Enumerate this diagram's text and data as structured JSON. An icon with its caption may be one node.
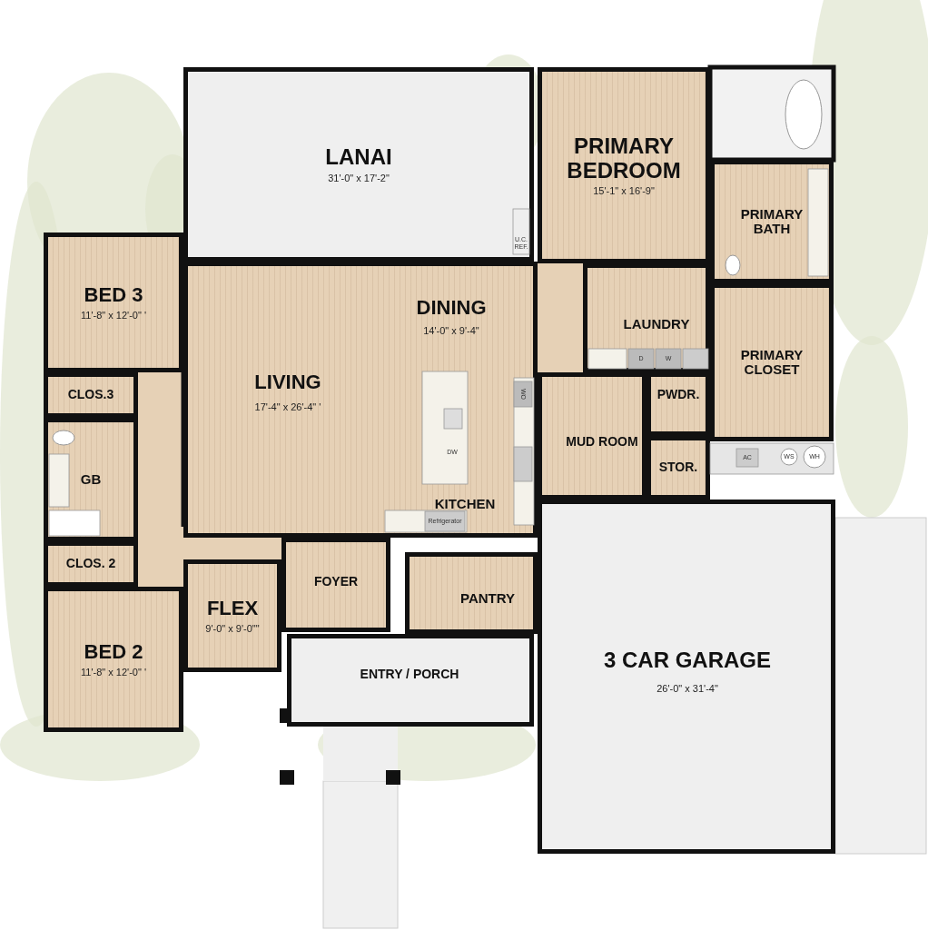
{
  "diagram": {
    "nodes": [
      {
        "text": [
          "LANAI",
          "31'-0\" x 17'-2\""
        ]
      },
      {
        "text": [
          "PRIMARY BEDROOM",
          "15'-1\" x 16'-9\""
        ]
      },
      {
        "text": [
          "PRIMARY BATH"
        ]
      },
      {
        "text": [
          "BED 3",
          "11'-8\" x 12'-0\" '"
        ]
      },
      {
        "text": [
          "CLOS.3"
        ]
      },
      {
        "text": [
          "GB"
        ]
      },
      {
        "text": [
          "LIVING",
          "17'-4\" x 26'-4\" '",
          "DINING",
          "14'-0\" x 9'-4\"",
          "KITCHEN"
        ]
      },
      {
        "text": [
          "LAUNDRY"
        ]
      },
      {
        "text": [
          "PRIMARY CLOSET"
        ]
      },
      {
        "text": [
          "PWDR."
        ]
      },
      {
        "text": [
          "MUD ROOM"
        ]
      },
      {
        "text": [
          "STOR."
        ]
      },
      {
        "text": [
          "CLOS. 2"
        ]
      },
      {
        "text": [
          "FLEX",
          "9'-0\" x 9'-0\"\""
        ]
      },
      {
        "text": [
          "FOYER"
        ]
      },
      {
        "text": [
          "PANTRY"
        ]
      },
      {
        "text": [
          "BED 2",
          "11'-8\" x 12'-0\" '"
        ]
      },
      {
        "text": [
          "ENTRY / PORCH"
        ]
      },
      {
        "text": [
          "3 CAR GARAGE",
          "26'-0\" x 31'-4\""
        ]
      }
    ],
    "labels": [
      "U.C. REF.",
      "WO",
      "D",
      "W",
      "DW",
      "AC",
      "WS",
      "WH",
      "Refrigerator"
    ]
  }
}
